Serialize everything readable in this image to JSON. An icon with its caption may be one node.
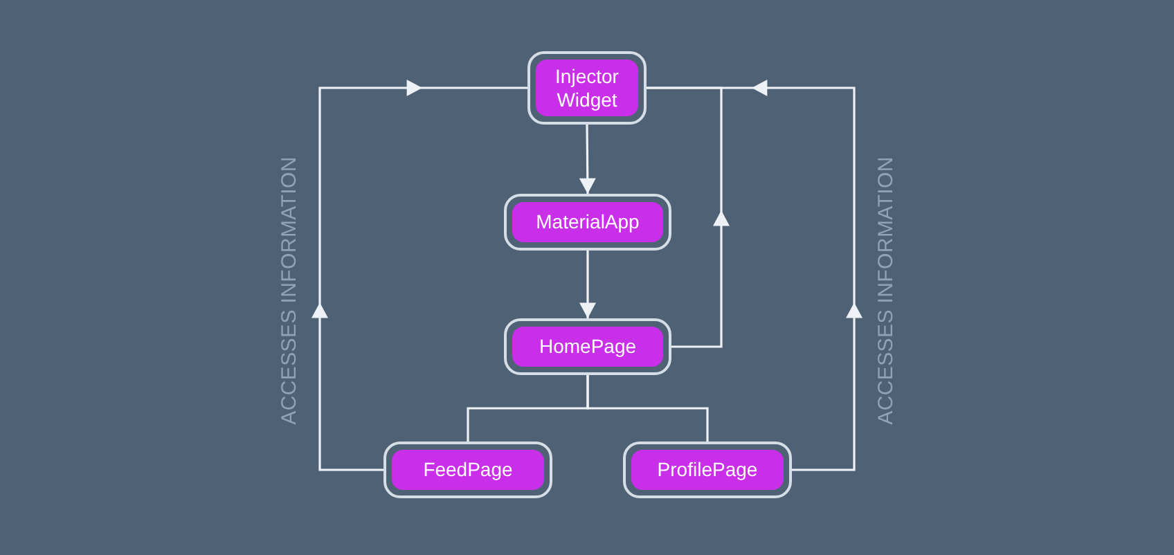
{
  "diagram": {
    "nodes": [
      {
        "text": [
          "Injector Widget"
        ]
      },
      {
        "text": [
          "MaterialApp"
        ]
      },
      {
        "text": [
          "HomePage"
        ]
      },
      {
        "text": [
          "FeedPage"
        ]
      },
      {
        "text": [
          "ProfilePage"
        ]
      }
    ],
    "edges": [
      {
        "from": 0,
        "to": 1,
        "arrow": "to"
      },
      {
        "from": 1,
        "to": 2,
        "arrow": "to"
      },
      {
        "from": 2,
        "to": 3,
        "arrow": "none"
      },
      {
        "from": 2,
        "to": 4,
        "arrow": "none"
      },
      {
        "from": 2,
        "to": 0,
        "arrow": "to"
      },
      {
        "from": 3,
        "to": 0,
        "arrow": "to",
        "label": "ACCESSES INFORMATION"
      },
      {
        "from": 4,
        "to": 0,
        "arrow": "to",
        "label": "ACCESSES INFORMATION"
      }
    ]
  }
}
